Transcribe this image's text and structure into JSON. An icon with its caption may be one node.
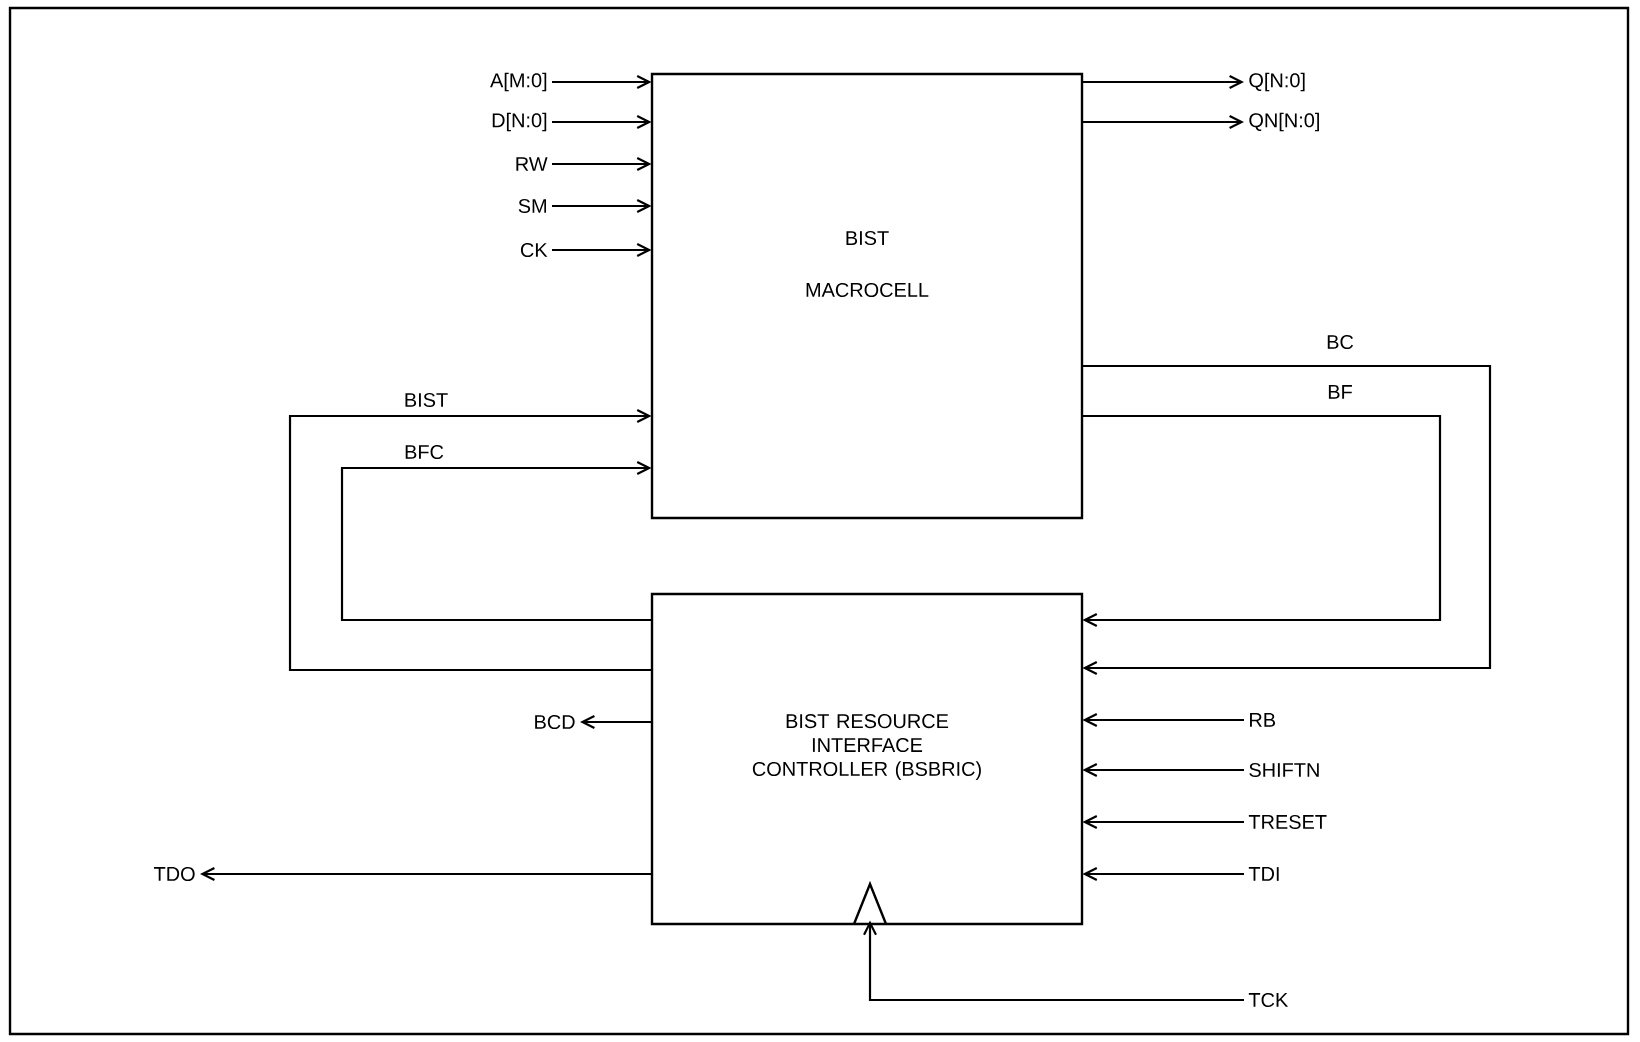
{
  "diagram": {
    "nodes": [
      {
        "text": [
          "A[M:0]"
        ]
      },
      {
        "text": [
          "D[N:0]"
        ]
      },
      {
        "text": [
          "RW"
        ]
      },
      {
        "text": [
          "SM"
        ]
      },
      {
        "text": [
          "CK"
        ]
      },
      {
        "text": [
          "BIST",
          "MACROCELL"
        ]
      },
      {
        "text": [
          "Q[N:0]"
        ]
      },
      {
        "text": [
          "QN[N:0]"
        ]
      },
      {
        "text": [
          "BIST RESOURCE INTERFACE CONTROLLER (BSBRIC)"
        ]
      },
      {
        "text": [
          "BCD"
        ]
      },
      {
        "text": [
          "RB"
        ]
      },
      {
        "text": [
          "SHIFTN"
        ]
      },
      {
        "text": [
          "TRESET"
        ]
      },
      {
        "text": [
          "TDO"
        ]
      },
      {
        "text": [
          "TDI"
        ]
      },
      {
        "text": [
          "TCK"
        ]
      }
    ],
    "edges": [
      {
        "from": 0,
        "to": 5,
        "arrow": "to"
      },
      {
        "from": 1,
        "to": 5,
        "arrow": "to"
      },
      {
        "from": 2,
        "to": 5,
        "arrow": "to"
      },
      {
        "from": 3,
        "to": 5,
        "arrow": "to"
      },
      {
        "from": 4,
        "to": 5,
        "arrow": "to"
      },
      {
        "from": 5,
        "to": 6,
        "arrow": "to"
      },
      {
        "from": 5,
        "to": 7,
        "arrow": "to"
      },
      {
        "from": 8,
        "to": 5,
        "arrow": "to",
        "label": "BIST"
      },
      {
        "from": 8,
        "to": 5,
        "arrow": "to",
        "label": "BFC"
      },
      {
        "from": 5,
        "to": 8,
        "arrow": "to",
        "label": "BC"
      },
      {
        "from": 5,
        "to": 8,
        "arrow": "to",
        "label": "BF"
      },
      {
        "from": 8,
        "to": 9,
        "arrow": "to"
      },
      {
        "from": 10,
        "to": 8,
        "arrow": "to"
      },
      {
        "from": 11,
        "to": 8,
        "arrow": "to"
      },
      {
        "from": 12,
        "to": 8,
        "arrow": "to"
      },
      {
        "from": 8,
        "to": 13,
        "arrow": "to"
      },
      {
        "from": 14,
        "to": 8,
        "arrow": "to"
      },
      {
        "from": 15,
        "to": 8,
        "arrow": "to"
      }
    ]
  }
}
